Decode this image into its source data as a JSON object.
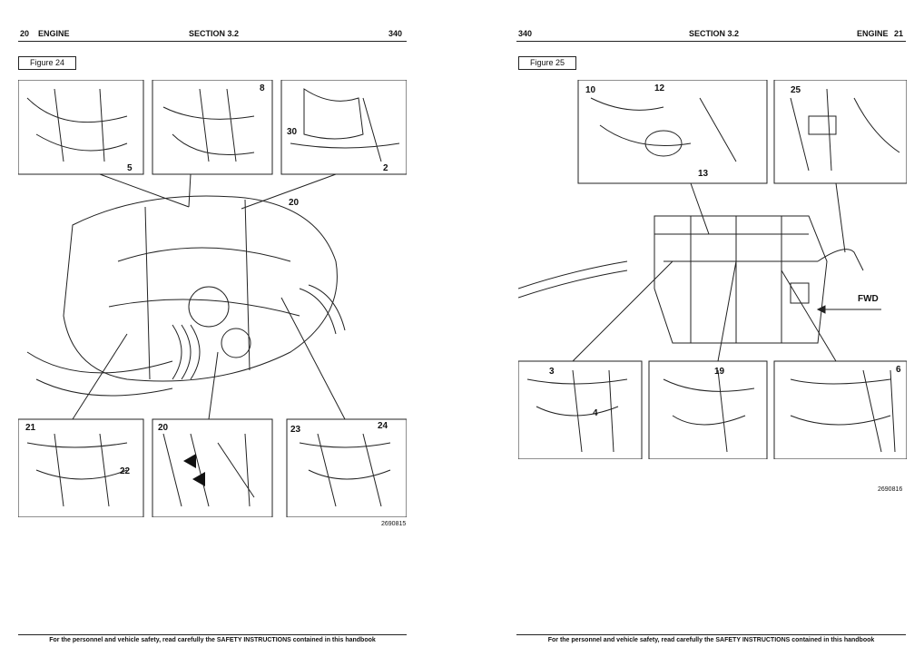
{
  "left_page": {
    "header_page_num": "20",
    "header_chapter": "ENGINE",
    "header_section": "SECTION 3.2",
    "header_doc_num": "340",
    "figure_label": "Figure 24",
    "callouts": [
      "8",
      "5",
      "30",
      "2",
      "20",
      "21",
      "22",
      "20",
      "23",
      "24"
    ],
    "image_code": "2690815",
    "footer_text": "For the personnel and vehicle safety, read carefully the SAFETY INSTRUCTIONS contained in this handbook"
  },
  "right_page": {
    "header_doc_num": "340",
    "header_section": "SECTION 3.2",
    "header_chapter": "ENGINE",
    "header_page_num": "21",
    "figure_label": "Figure 25",
    "callouts": [
      "10",
      "12",
      "13",
      "25",
      "3",
      "4",
      "19",
      "6"
    ],
    "fwd_label": "FWD",
    "image_code": "2690816",
    "footer_text": "For the personnel and vehicle safety, read carefully the SAFETY INSTRUCTIONS contained in this handbook"
  }
}
